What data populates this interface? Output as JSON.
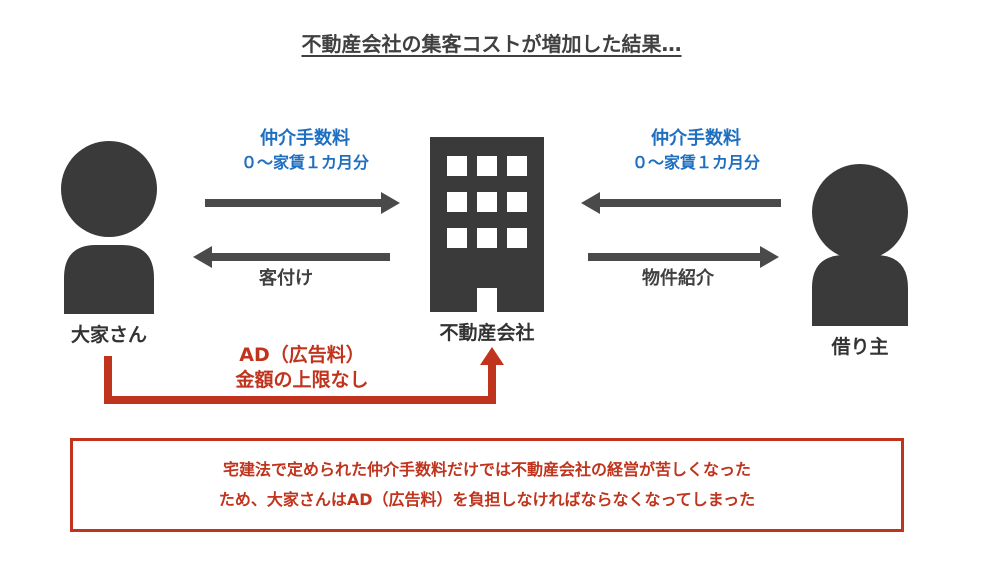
{
  "title": "不動産会社の集客コストが増加した結果…",
  "left_fee": {
    "line1": "仲介手数料",
    "line2": "０〜家賃１カ月分"
  },
  "right_fee": {
    "line1": "仲介手数料",
    "line2": "０〜家賃１カ月分"
  },
  "customer_attraction": "客付け",
  "property_introduction": "物件紹介",
  "landlord_label": "大家さん",
  "agency_label": "不動産会社",
  "tenant_label": "借り主",
  "ad": {
    "line1": "AD（広告料）",
    "line2": "金額の上限なし"
  },
  "note": {
    "line1": "宅建法で定められた仲介手数料だけでは不動産会社の経営が苦しくなった",
    "line2": "ため、大家さんはAD（広告料）を負担しなければならなくなってしまった"
  },
  "colors": {
    "blue": "#1f6fc0",
    "red": "#c0341d",
    "gray": "#4a4a4a",
    "figure": "#3a3a3a"
  }
}
